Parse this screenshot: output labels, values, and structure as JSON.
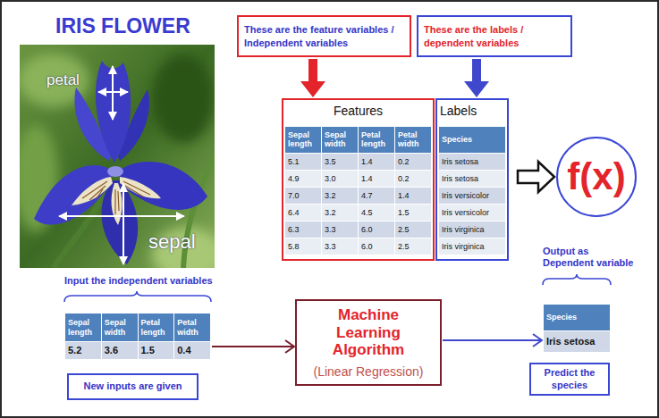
{
  "diagram": {
    "title": "IRIS FLOWER",
    "nodes": [
      {
        "text": [
          "These are the feature variables / Independent variables"
        ]
      },
      {
        "text": [
          "These are the labels / dependent variables"
        ]
      },
      {
        "text": [
          "Features"
        ]
      },
      {
        "text": [
          "Labels"
        ]
      },
      {
        "text": [
          "f(x)"
        ]
      },
      {
        "text": [
          "Input the independent variables"
        ]
      },
      {
        "text": [
          "New inputs are given"
        ]
      },
      {
        "text": [
          "Machine Learning Algorithm",
          "(Linear Regression)"
        ]
      },
      {
        "text": [
          "Output as Dependent variable"
        ]
      },
      {
        "text": [
          "Predict the species"
        ]
      }
    ],
    "edges": [
      {
        "from": 0,
        "to": 2,
        "arrow": "to"
      },
      {
        "from": 1,
        "to": 3,
        "arrow": "to"
      },
      {
        "from": 3,
        "to": 4,
        "arrow": "to"
      },
      {
        "from": 5,
        "to": 7,
        "arrow": "to"
      },
      {
        "from": 7,
        "to": 8,
        "arrow": "to"
      }
    ],
    "labels": [
      "petal",
      "sepal",
      "Sepal length",
      "Sepal width",
      "Petal length",
      "Petal width",
      "5.1",
      "3.5",
      "1.4",
      "0.2",
      "4.9",
      "3.0",
      "1.4",
      "0.2",
      "7.0",
      "3.2",
      "4.7",
      "1.4",
      "6.4",
      "3.2",
      "4.5",
      "1.5",
      "6.3",
      "3.3",
      "6.0",
      "2.5",
      "5.8",
      "3.3",
      "6.0",
      "2.5",
      "Species",
      "Iris setosa",
      "Iris setosa",
      "Iris versicolor",
      "Iris versicolor",
      "Iris virginica",
      "Iris virginica",
      "Sepal length",
      "Sepal width",
      "Petal length",
      "Petal width",
      "5.2",
      "3.6",
      "1.5",
      "0.4",
      "Species",
      "Iris setosa"
    ]
  }
}
